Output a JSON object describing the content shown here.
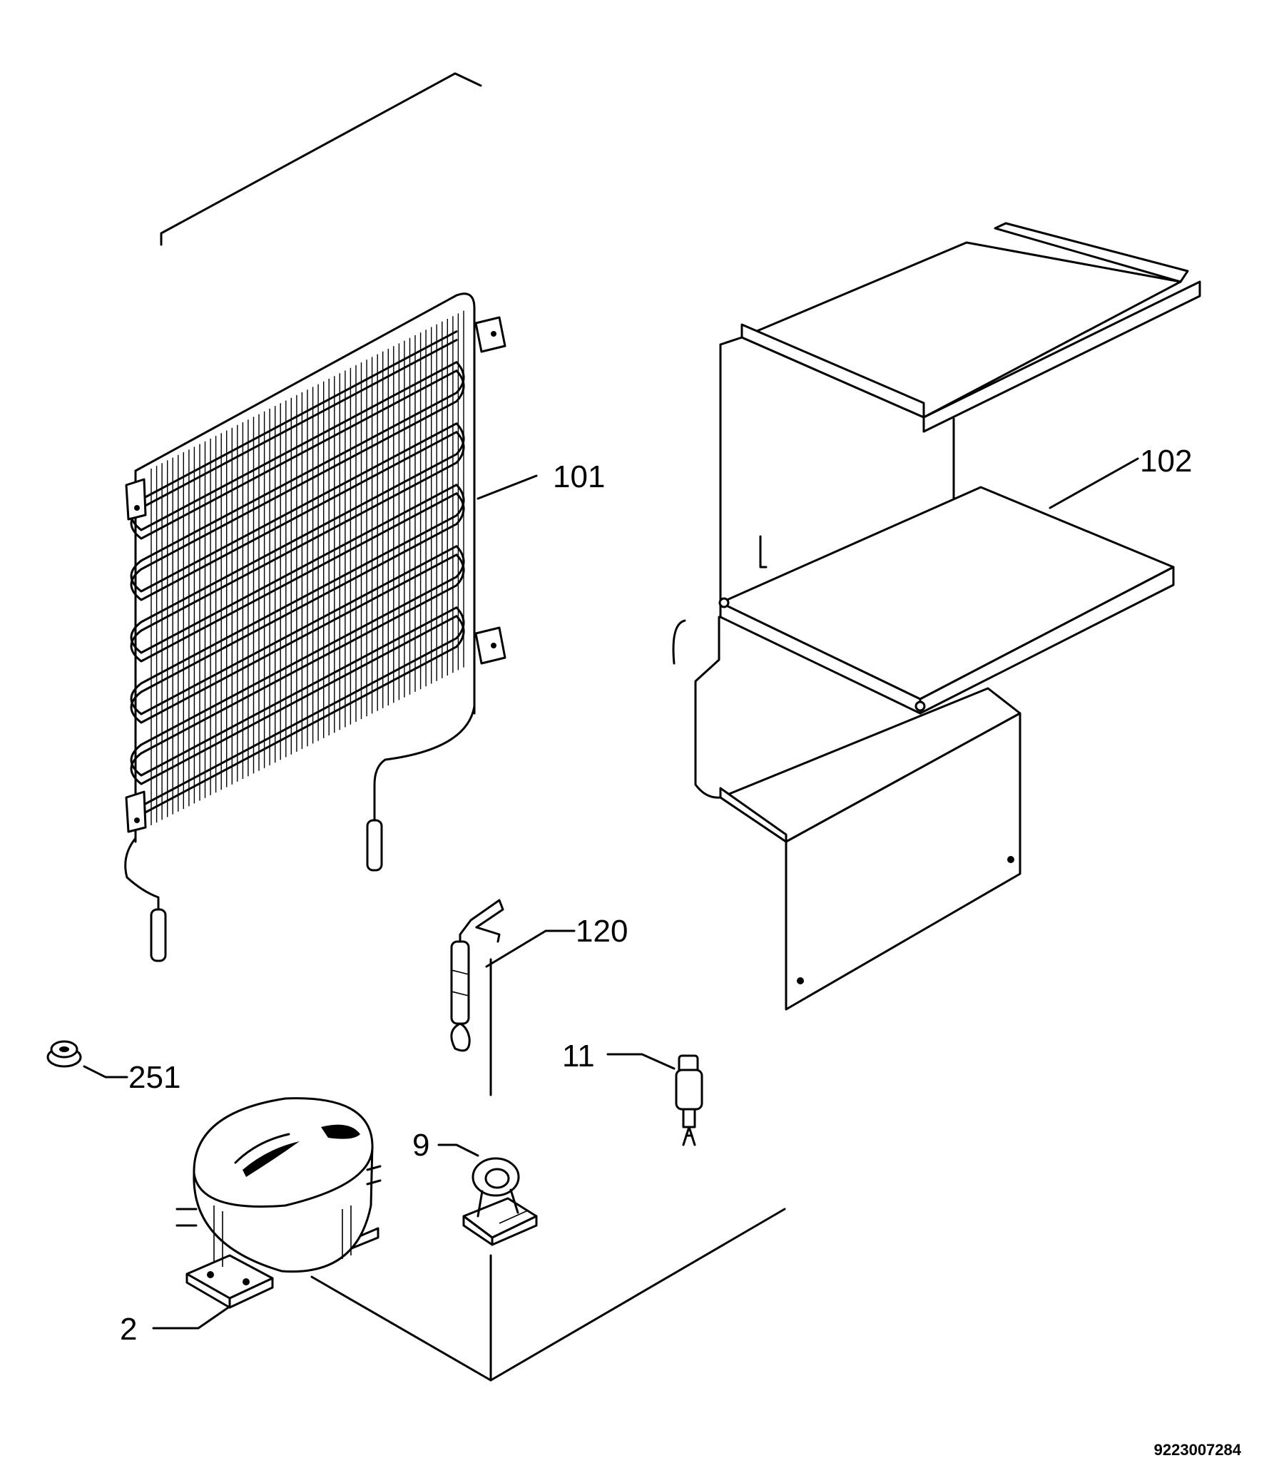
{
  "callouts": {
    "condenser": "101",
    "cabinet_panel": "102",
    "capillary_drier": "120",
    "nut": "251",
    "relay": "11",
    "clip": "9",
    "compressor": "2"
  },
  "document_number": "9223007284"
}
